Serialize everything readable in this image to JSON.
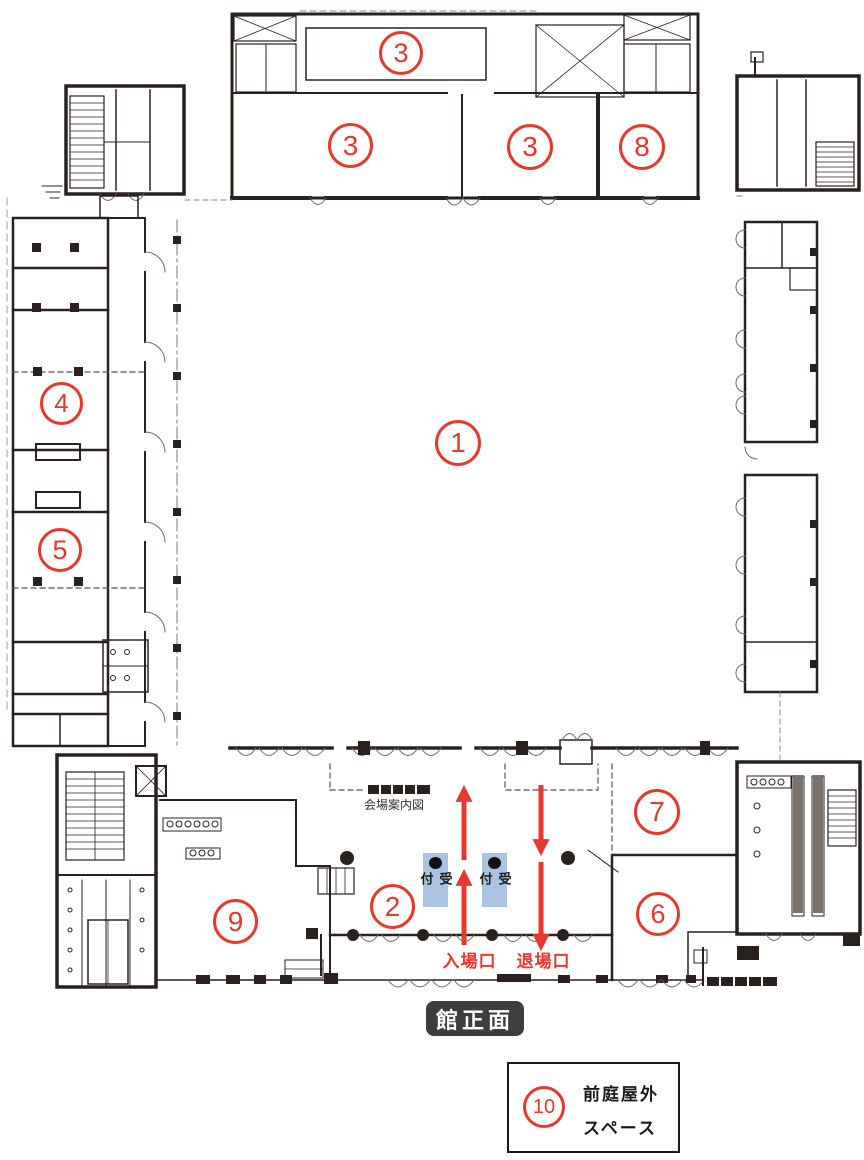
{
  "markers": [
    {
      "name": "courtyard",
      "label": "1"
    },
    {
      "name": "entrance-lobby",
      "label": "2"
    },
    {
      "name": "hall-upper",
      "label": "3"
    },
    {
      "name": "room-north-left",
      "label": "3"
    },
    {
      "name": "room-north-center",
      "label": "3"
    },
    {
      "name": "room-west-upper",
      "label": "4"
    },
    {
      "name": "room-west-lower",
      "label": "5"
    },
    {
      "name": "room-southeast-lower",
      "label": "6"
    },
    {
      "name": "room-southeast-upper",
      "label": "7"
    },
    {
      "name": "room-north-right",
      "label": "8"
    },
    {
      "name": "room-southwest",
      "label": "9"
    }
  ],
  "flow": {
    "entrance_label": "入場口",
    "exit_label": "退場口"
  },
  "reception": {
    "label": "受付"
  },
  "info_board": {
    "label": "会場案内図"
  },
  "front_badge": {
    "label": "館正面"
  },
  "legend": {
    "number": "10",
    "line1": "前庭屋外",
    "line2": "スペース"
  },
  "colors": {
    "accent_red": "#e8382d",
    "reception_blue": "#a9c4e1",
    "wall_ink": "#2a211e",
    "badge_bg": "#3d3d3d"
  }
}
